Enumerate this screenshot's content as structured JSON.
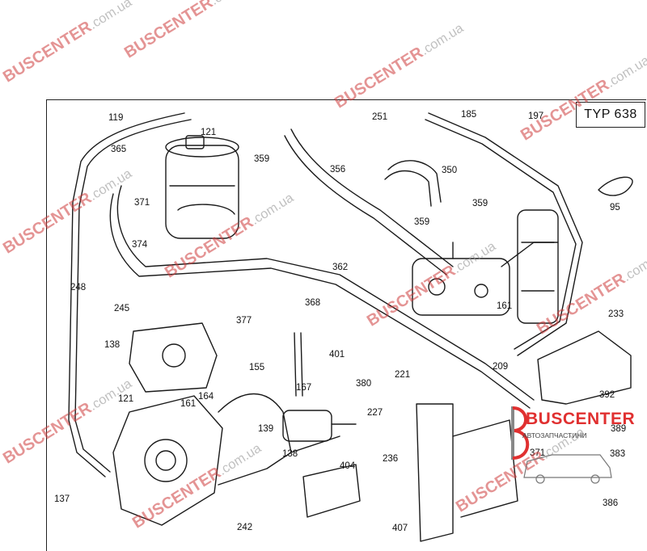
{
  "diagram": {
    "type_label": "TYP 638",
    "part_labels": [
      "119",
      "121",
      "365",
      "359",
      "371",
      "374",
      "251",
      "356",
      "185",
      "197",
      "350",
      "95",
      "359",
      "359",
      "362",
      "248",
      "245",
      "368",
      "377",
      "161",
      "233",
      "138",
      "401",
      "155",
      "121",
      "167",
      "380",
      "221",
      "209",
      "392",
      "164",
      "161",
      "227",
      "139",
      "389",
      "138",
      "236",
      "404",
      "371",
      "383",
      "137",
      "386",
      "242",
      "407"
    ]
  },
  "watermark": {
    "brand": "BUSCENTER",
    "domain": ".com.ua",
    "colors": {
      "brand": "#cd3c3c",
      "domain": "#969696"
    }
  },
  "logo": {
    "title": "BUSCENTER",
    "subtitle": "АВТОЗАПЧАСТИНИ",
    "colors": {
      "title": "#e03030",
      "subtitle": "#444444"
    }
  }
}
